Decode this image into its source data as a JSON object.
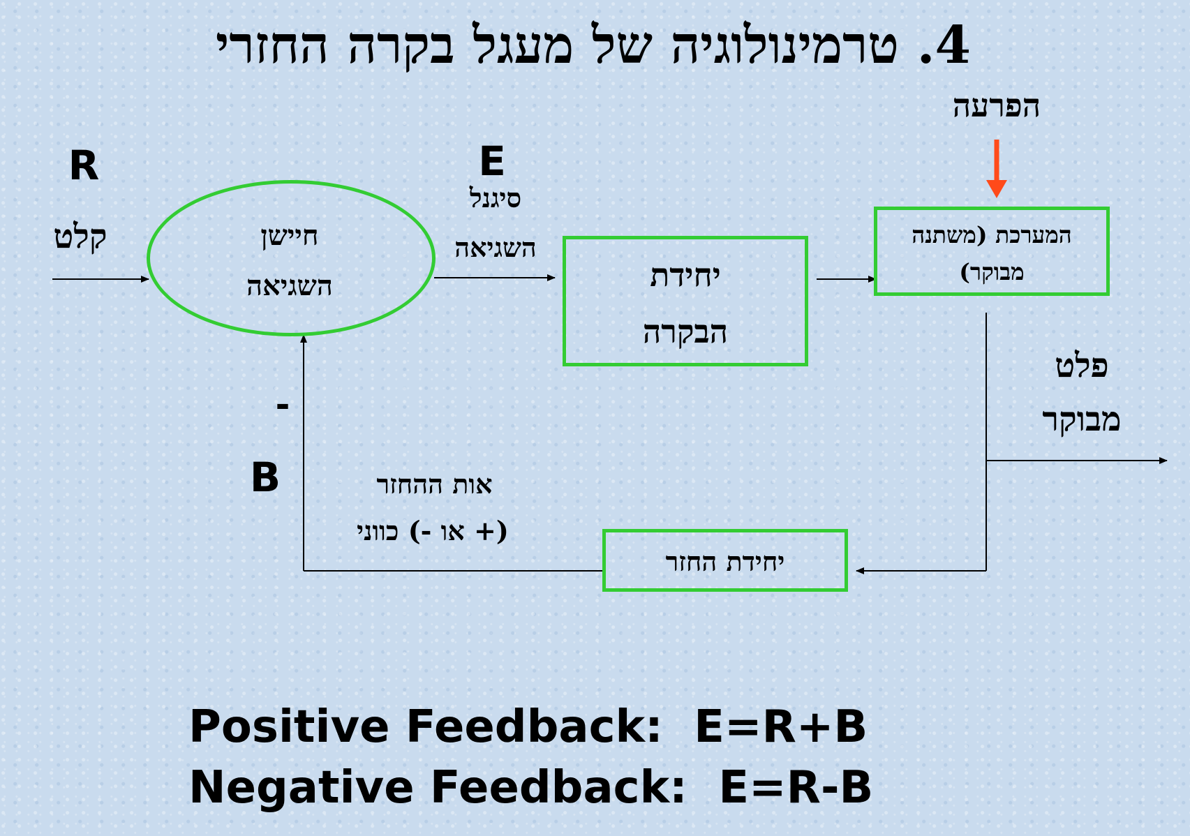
{
  "title": "4. טרמינולוגיה של מעגל בקרה החזרי",
  "disturbance": {
    "label": "הפרעה",
    "arrow_color": "#ff4a1a"
  },
  "input": {
    "symbol": "R",
    "label": "קלט"
  },
  "error_detector": {
    "line1": "חיישן",
    "line2": "השגיאה"
  },
  "error_signal": {
    "symbol": "E",
    "line1": "סיגנל",
    "line2": "השגיאה"
  },
  "control_unit": {
    "line1": "יחידת",
    "line2": "הבקרה"
  },
  "plant": {
    "line1": "המערכת (משתנה",
    "line2": "מבוקר)"
  },
  "output": {
    "line1": "פלט",
    "line2": "מבוקר"
  },
  "feedback_unit": {
    "label": "יחידת החזר"
  },
  "feedback_signal": {
    "symbol": "B",
    "sign": "-",
    "line1": "אות ההחזר",
    "line2": "(+ או -) כווני"
  },
  "formulas": {
    "positive": "Positive Feedback:  E=R+B",
    "negative": "Negative Feedback:  E=R-B"
  },
  "colors": {
    "block_border": "#33cc33",
    "background": "#c9dbee"
  }
}
